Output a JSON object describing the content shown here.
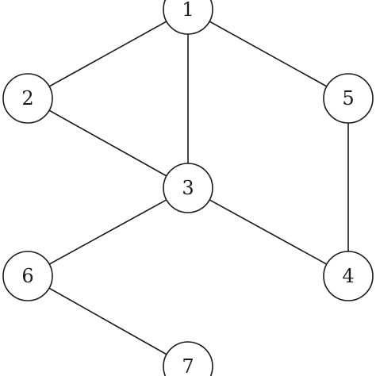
{
  "graph": {
    "nodes": [
      {
        "id": "1",
        "label": "1"
      },
      {
        "id": "2",
        "label": "2"
      },
      {
        "id": "3",
        "label": "3"
      },
      {
        "id": "4",
        "label": "4"
      },
      {
        "id": "5",
        "label": "5"
      },
      {
        "id": "6",
        "label": "6"
      },
      {
        "id": "7",
        "label": "7"
      }
    ],
    "edges": [
      [
        "1",
        "2"
      ],
      [
        "1",
        "3"
      ],
      [
        "1",
        "5"
      ],
      [
        "2",
        "3"
      ],
      [
        "3",
        "4"
      ],
      [
        "3",
        "6"
      ],
      [
        "4",
        "5"
      ],
      [
        "6",
        "7"
      ]
    ]
  }
}
